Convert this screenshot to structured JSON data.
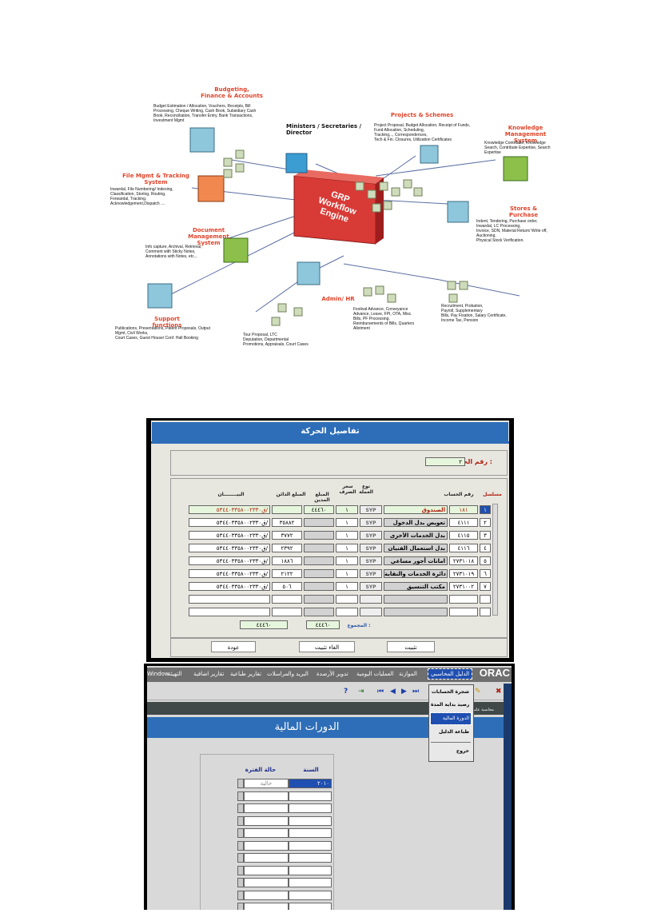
{
  "diagram": {
    "center": [
      "GRP",
      "Workflow",
      "Engine"
    ],
    "nodes": {
      "budgeting": {
        "title": [
          "Budgeting,",
          "Finance & Accounts"
        ],
        "desc": [
          "Budget Estimation / Allocation, Vouchers, Receipts, Bill",
          "Processing, Cheque Writing, Cash Book, Subsidiary Cash",
          "Book, Reconciliation, Transfer Entry, Bank Transactions,",
          "Investment Mgmt"
        ]
      },
      "ministers": {
        "title": [
          "Ministers / Secretaries /",
          "Director"
        ]
      },
      "projects": {
        "title": [
          "Projects & Schemes"
        ],
        "desc": [
          "Project Proposal, Budget Allocation, Receipt of Funds,",
          "Fund Allocation, Scheduling,",
          "Tracking,.., Correspondences,",
          "Tech & Fin. Closures, Utilization Certificates"
        ]
      },
      "knowledge": {
        "title": [
          "Knowledge Management",
          "System"
        ],
        "desc": [
          "Knowledge Contribute, Knowledge",
          "Search, Contribute Expertise, Search",
          "Expertise"
        ]
      },
      "filemgmt": {
        "title": [
          "File Mgmt & Tracking",
          "System"
        ],
        "desc": [
          "Inwardal, File Numbering/ Indexing,",
          "Classification, Storing, Routing,",
          "Forwardal, Tracking,",
          "Acknowledgement,Dispatch ...."
        ]
      },
      "stores": {
        "title": [
          "Stores & Purchase"
        ],
        "desc": [
          "Indent, Tendering, Purchase order,",
          "Inwardal, LC Processing,",
          "Invoice, SDN, Material Return/  Write off,",
          "Auctioning,",
          "Physical Stock  Verification."
        ]
      },
      "document": {
        "title": [
          "Document Management",
          "System"
        ],
        "desc": [
          "Info capture, Archival, Retrieval,",
          "Comment with Sticky Notes,",
          "Annotations with Notes, etc..."
        ]
      },
      "admin": {
        "title": [
          "Admin/ HR"
        ],
        "desc": [
          "Festival Advance, Conveyance",
          "Advance, Leave, FPI, OTA, Misc.",
          "Bills, PF Processing,",
          "Reimbursements of Bills, Quarters",
          "Allotment"
        ]
      },
      "recruitment": {
        "desc": [
          "Recruitment, Probation,",
          "Payroll, Supplementary",
          "Bills, Pay Fixation, Salary Certificate,",
          "Income Tax, Pension"
        ]
      },
      "support": {
        "title": [
          "Support functions"
        ],
        "desc": [
          "Publications, Presentations, Patent Proposals, Output",
          "Mgmt,  Civil Works,",
          "Court Cases, Guest House/ Conf. Hall Booking"
        ]
      },
      "tour": {
        "desc": [
          "Tour Proposal, LTC",
          "Deputation, Departmental",
          "Promotions, Appraisals, Court Cases"
        ]
      }
    }
  },
  "form1": {
    "title": "تفاصيل الحركة",
    "movement_label": "رقم الحركة :",
    "movement_value": "٢",
    "headers": {
      "serial": "مسلسل",
      "account": "رقم الحساب",
      "currency": "نوع العملة",
      "rate": "سعر الصرف",
      "debit": "المبلغ المدين",
      "credit": "المبلغ الدائن",
      "statement": "البيــــــــان"
    },
    "rows": [
      {
        "serial": "١",
        "account": "١٨١",
        "name": "الصندوق",
        "currency": "SYP",
        "rate": "١",
        "debit": "٤٤٤٦٠",
        "credit": "",
        "statement": "ق٥٣٤٤٠٣٣٥٨٠٠٢٣٣٠/"
      },
      {
        "serial": "٢",
        "account": "٤١١١",
        "name": "تعويض بدل الدخول",
        "currency": "SYP",
        "rate": "١",
        "debit": "",
        "credit": "٣٥٨٨٢",
        "statement": "ق٥٣٤٤٠٣٣٥٨٠٠٢٣٣٠/"
      },
      {
        "serial": "٣",
        "account": "٤١١٥",
        "name": "بدل الخدمات الأخرى",
        "currency": "SYP",
        "rate": "١",
        "debit": "",
        "credit": "٣٧٧٢",
        "statement": "ق٥٣٤٤٠٣٣٥٨٠٠٢٣٣٠/"
      },
      {
        "serial": "٤",
        "account": "٤١١٦",
        "name": "بدل استعمال الفنيان",
        "currency": "SYP",
        "rate": "١",
        "debit": "",
        "credit": "٢٣٩٢",
        "statement": "ق٥٣٤٤٠٣٣٥٨٠٠٢٣٣٠/"
      },
      {
        "serial": "٥",
        "account": "٢٧٣١٠١٨",
        "name": "امانات أجور مساعي",
        "currency": "SYP",
        "rate": "١",
        "debit": "",
        "credit": "١٨٨٦",
        "statement": "ق٥٣٤٤٠٣٣٥٨٠٠٢٣٣٠/"
      },
      {
        "serial": "٦",
        "account": "٢٧٣١٠١٩",
        "name": "دائرة الخدمات والنقابة",
        "currency": "SYP",
        "rate": "١",
        "debit": "",
        "credit": "٢١٢٢",
        "statement": "ق٥٣٤٤٠٣٣٥٨٠٠٢٣٣٠/"
      },
      {
        "serial": "٧",
        "account": "٢٧٣١٠٠٢",
        "name": "مكتب التنسيق",
        "currency": "SYP",
        "rate": "١",
        "debit": "",
        "credit": "٥٠٦",
        "statement": "ق٥٣٤٤٠٣٣٥٨٠٠٢٣٣٠/"
      }
    ],
    "total_label": "المجموع :",
    "total_debit": "٤٤٤٦٠",
    "total_credit": "٤٤٤٦٠",
    "buttons": {
      "confirm": "تثبيت",
      "cancel": "الغاء تثبيت",
      "back": "عودة"
    }
  },
  "form2": {
    "menu": [
      "الدليل المحاسبي",
      "الموازنة",
      "العمليات اليومية",
      "تدوير الأرصدة",
      "البريد والمراسلات",
      "تقارير طباعية",
      "تقارير اضافية",
      "التهيئة",
      "Window"
    ],
    "logo": "ORAC",
    "dropdown": [
      "شجرة الحسابات",
      "رصيد بداية المدة",
      "الدورة المالية",
      "طباعة الدليل",
      "خروج"
    ],
    "dropdown_selected": "الدورة المالية",
    "small_text": "محاسبة عامة-وو",
    "title": "الدورات المالية",
    "headers": {
      "year": "السنة",
      "status": "حالة الفترة"
    },
    "rows": [
      {
        "year": "٢٠١٠",
        "status": "حالية"
      }
    ]
  }
}
